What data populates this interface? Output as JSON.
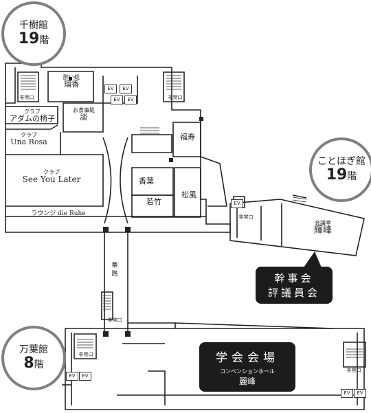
{
  "buildings": {
    "senju": {
      "name": "千樹館",
      "floor": "19",
      "unit": "階"
    },
    "kotohogi": {
      "name": "ことほぎ館",
      "floor": "19",
      "unit": "階"
    },
    "manyo": {
      "name": "万葉館",
      "floor": "8",
      "unit": "階"
    }
  },
  "rooms": {
    "yoidokoro_small": "酔い処",
    "yoidokoro_name": "瑠香",
    "oshokuji_small": "お食事処",
    "oshokuji_name": "談",
    "adam_small": "クラブ",
    "adam_name": "アダムの椅子",
    "una_small": "クラブ",
    "una_name": "Una Rosa",
    "seeyou_small": "クラブ",
    "seeyou_name": "See You Later",
    "lounge": "ラウンジ die Ruhe",
    "fukuju": "福寿",
    "koyo": "香葉",
    "wakatake": "若竹",
    "shofu": "松風",
    "corridor": "華路",
    "kaigi_small": "会議室",
    "kaigi_name": "輝峰",
    "hall_small": "コンベンションホール",
    "hall_name": "麗峰"
  },
  "labels": {
    "ev": "EV",
    "emergency": "非常口"
  },
  "callouts": {
    "kanji_line1": "幹事会",
    "kanji_line2": "評議員会",
    "gakkai": "学会会場"
  }
}
